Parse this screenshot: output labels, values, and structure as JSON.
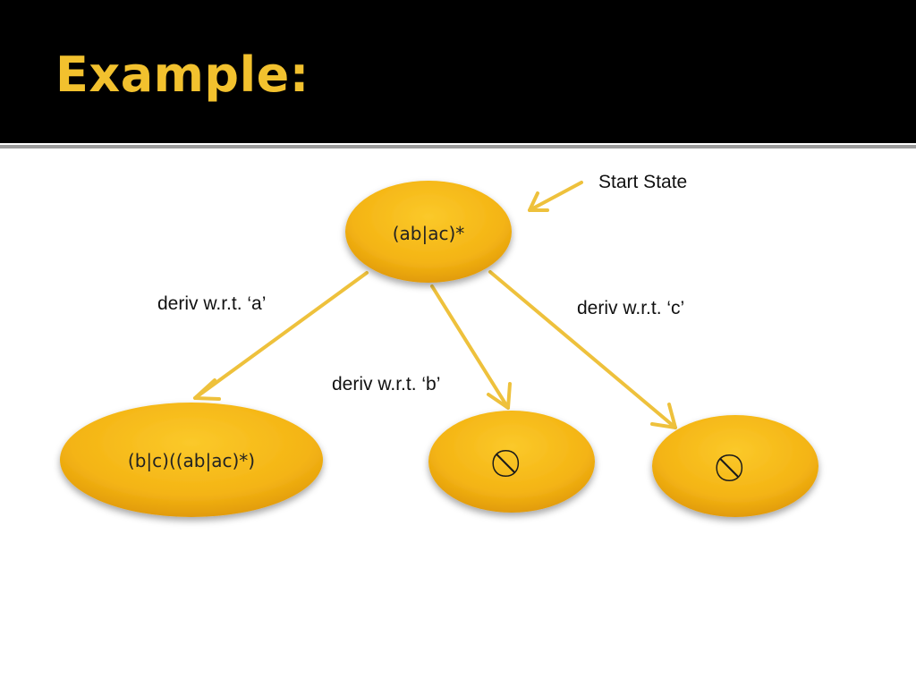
{
  "slide": {
    "title": "Example:"
  },
  "diagram": {
    "start_label": "Start State",
    "nodes": {
      "root": "(ab|ac)*",
      "left": "(b|c)((ab|ac)*)",
      "middle": "⃠",
      "right": "⃠"
    },
    "edges": {
      "a": "deriv w.r.t. ‘a’",
      "b": "deriv w.r.t. ‘b’",
      "c": "deriv w.r.t. ‘c’"
    }
  },
  "colors": {
    "title_background": "#000000",
    "title_text": "#f2c12e",
    "node_fill": "#f6b818",
    "node_fill_dark": "#e09a0c",
    "arrow": "#eec13c"
  }
}
